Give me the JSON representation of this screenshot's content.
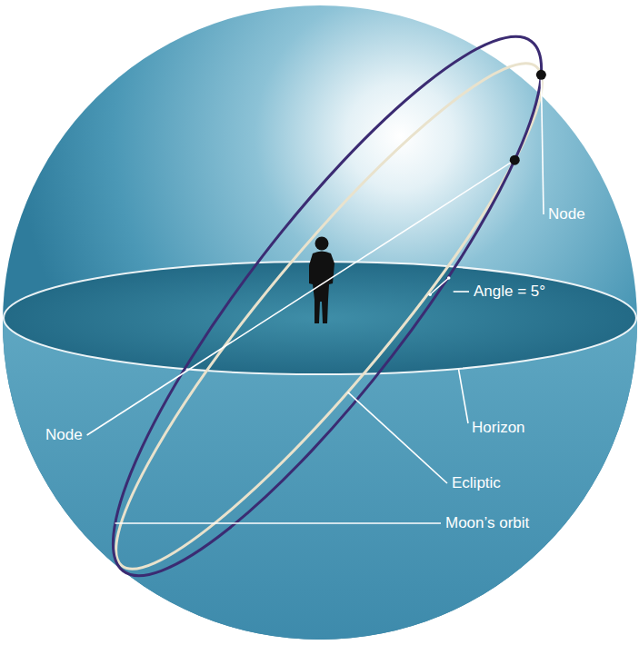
{
  "diagram": {
    "labels": [
      "Node",
      "Angle = 5°",
      "Node",
      "Horizon",
      "Ecliptic",
      "Moon’s orbit"
    ]
  }
}
